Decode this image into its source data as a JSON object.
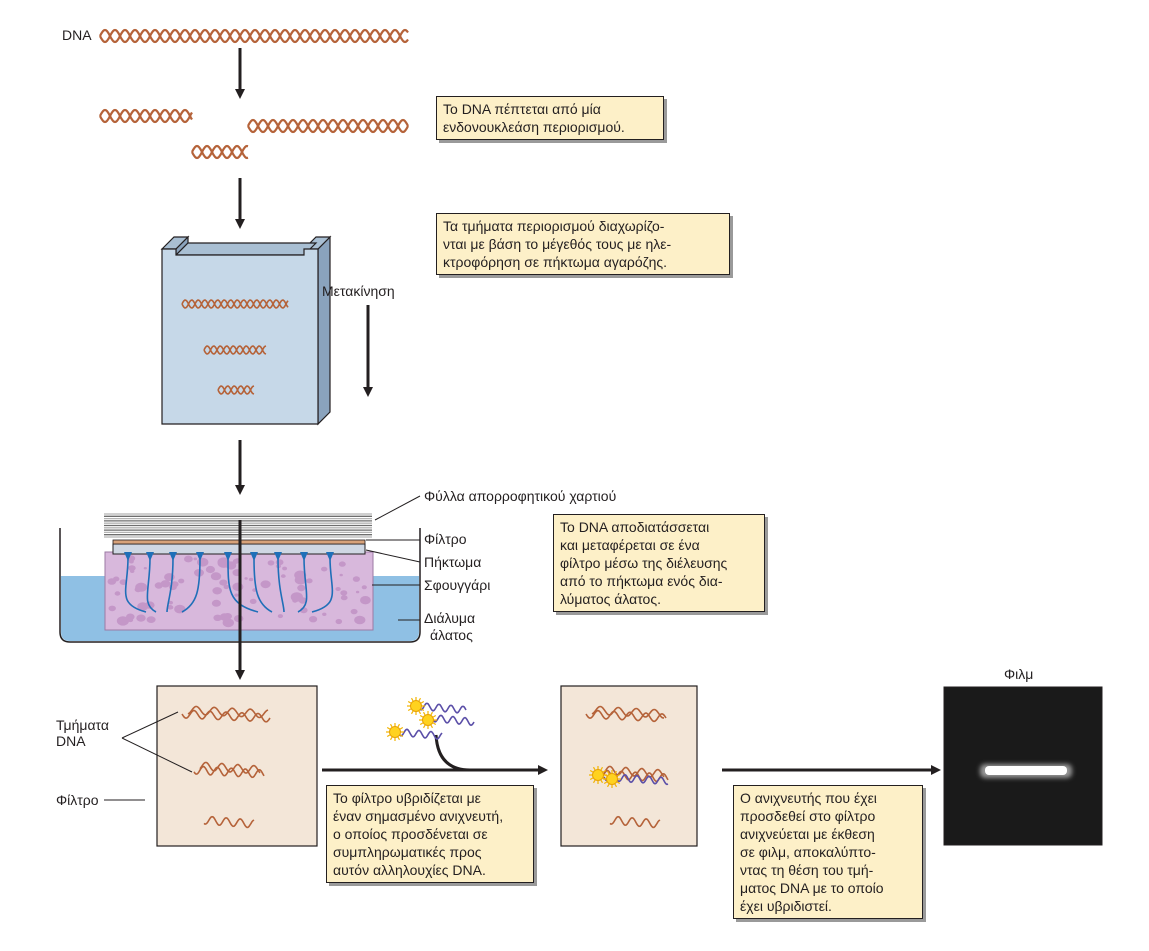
{
  "labels": {
    "dna": "DNA",
    "migration": "Μετακίνηση",
    "paper_sheets": "Φύλλα απορροφητικού χαρτιού",
    "filter": "Φίλτρο",
    "gel": "Πήκτωμα",
    "sponge": "Σφουγγάρι",
    "salt_solution_1": "Διάλυμα",
    "salt_solution_2": "άλατος",
    "dna_fragments_1": "Τμήματα",
    "dna_fragments_2": "DNA",
    "filter_left": "Φίλτρο",
    "film": "Φιλμ"
  },
  "notes": {
    "step1": [
      "Το DNA πέπτεται από μία",
      "ενδονουκλεάση περιορισμού."
    ],
    "step2": [
      "Τα τμήματα περιορισμού διαχωρίζο-",
      "νται με βάση το μέγεθός τους με ηλε-",
      "κτροφόρηση σε πήκτωμα αγαρόζης."
    ],
    "step3": [
      "Το DNA αποδιατάσσεται",
      "και μεταφέρεται σε ένα",
      "φίλτρο μέσω της διέλευσης",
      "από το πήκτωμα ενός δια-",
      "λύματος άλατος."
    ],
    "step4": [
      "Το φίλτρο υβριδίζεται με",
      "έναν σημασμένο ανιχνευτή,",
      "ο οποίος προσδένεται σε",
      "συμπληρωματικές προς",
      "αυτόν αλληλουχίες DNA."
    ],
    "step5": [
      "Ο ανιχνευτής που έχει",
      "προσδεθεί στο φίλτρο",
      "ανιχνεύεται με έκθεση",
      "σε φιλμ, αποκαλύπτο-",
      "ντας τη θέση του τμή-",
      "ματος DNA με το οποίο",
      "έχει υβριδιστεί."
    ]
  },
  "colors": {
    "dna": "#b5633a",
    "probe": "#5b4fa8",
    "gel": "#c6d8e8",
    "sponge": "#d8b8dc",
    "water": "#8fc0e4",
    "arrow_blue": "#1f6fb8",
    "note_bg": "#fdf0c8",
    "filter_bg": "#f3e6d8",
    "film_bg": "#1a1a1a"
  }
}
